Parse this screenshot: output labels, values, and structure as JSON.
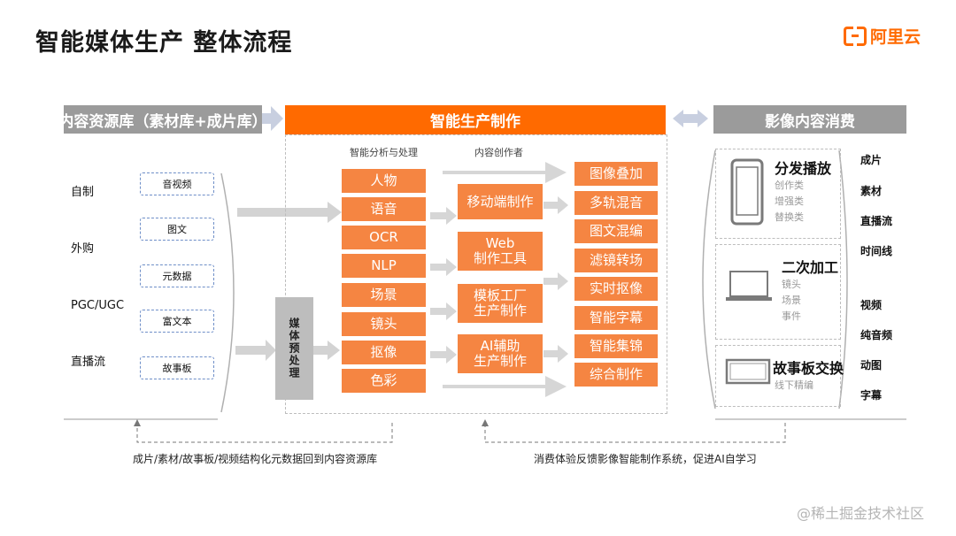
{
  "title": "智能媒体生产 整体流程",
  "logo": {
    "text": "阿里云"
  },
  "left": {
    "header": "内容资源库（素材库+成片库）",
    "sources": [
      "自制",
      "外购",
      "PGC/UGC",
      "直播流"
    ],
    "types": [
      "音视频",
      "图文",
      "元数据",
      "富文本",
      "故事板"
    ]
  },
  "center": {
    "header": "智能生产制作",
    "analysis_label": "智能分析与处理",
    "creator_label": "内容创作者",
    "media_process": "媒体预处理",
    "analysis_items": [
      "人物",
      "语音",
      "OCR",
      "NLP",
      "场景",
      "镜头",
      "抠像",
      "色彩"
    ],
    "creator_tools": [
      "移动端制作",
      "Web\n制作工具",
      "模板工厂\n生产制作",
      "AI辅助\n生产制作"
    ],
    "outputs": [
      "图像叠加",
      "多轨混音",
      "图文混编",
      "滤镜转场",
      "实时抠像",
      "智能字幕",
      "智能集锦",
      "综合制作"
    ]
  },
  "right": {
    "header": "影像内容消费",
    "blocks": [
      {
        "title": "分发播放",
        "subs": [
          "创作类",
          "增强类",
          "替换类"
        ]
      },
      {
        "title": "二次加工",
        "subs": [
          "镜头",
          "场景",
          "事件"
        ]
      },
      {
        "title": "故事板交换",
        "subs": [
          "线下精编"
        ]
      }
    ],
    "labels": [
      "成片",
      "素材",
      "直播流",
      "时间线",
      "视频",
      "纯音频",
      "动图",
      "字幕"
    ]
  },
  "footer": {
    "left_text": "成片/素材/故事板/视频结构化元数据回到内容资源库",
    "right_text": "消费体验反馈影像智能制作系统，促进AI自学习"
  },
  "watermark": "@稀土掘金技术社区",
  "colors": {
    "accent": "#ff6a00",
    "box": "#f58542",
    "grey": "#9b9b9b"
  }
}
